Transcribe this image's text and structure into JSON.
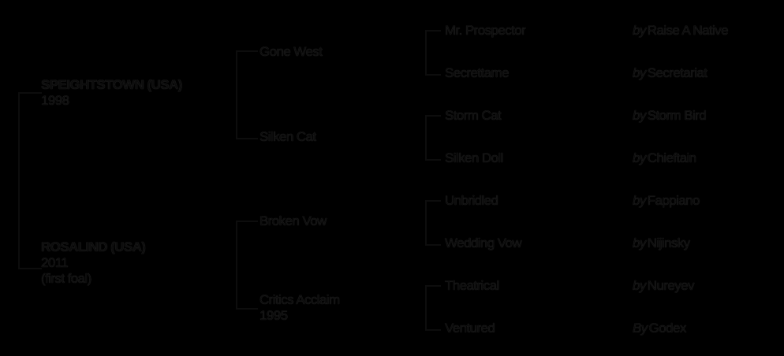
{
  "colors": {
    "background": "#000000",
    "ink": "#0d0d0d"
  },
  "gen1": {
    "sire": {
      "name": "SPEIGHTSTOWN (USA)",
      "year": "1998"
    },
    "dam": {
      "name": "ROSALIND (USA)",
      "year": "2011",
      "note": "(first foal)"
    }
  },
  "gen2": {
    "sire_sire": "Gone West",
    "sire_dam": "Silken Cat",
    "dam_sire": "Broken Vow",
    "dam_dam": {
      "name": "Critics Acclaim",
      "year": "1995"
    }
  },
  "gen3": [
    {
      "name": "Mr. Prospector",
      "by": "by",
      "sire": "Raise A Native"
    },
    {
      "name": "Secrettame",
      "by": "by",
      "sire": "Secretariat"
    },
    {
      "name": "Storm Cat",
      "by": "by",
      "sire": "Storm Bird"
    },
    {
      "name": "Silken Doll",
      "by": "by",
      "sire": "Chieftain"
    },
    {
      "name": "Unbridled",
      "by": "by",
      "sire": "Fappiano"
    },
    {
      "name": "Wedding Vow",
      "by": "by",
      "sire": "Nijinsky"
    },
    {
      "name": "Theatrical",
      "by": "by",
      "sire": "Nureyev"
    },
    {
      "name": "Ventured",
      "by": "By",
      "sire": "Godex"
    }
  ]
}
